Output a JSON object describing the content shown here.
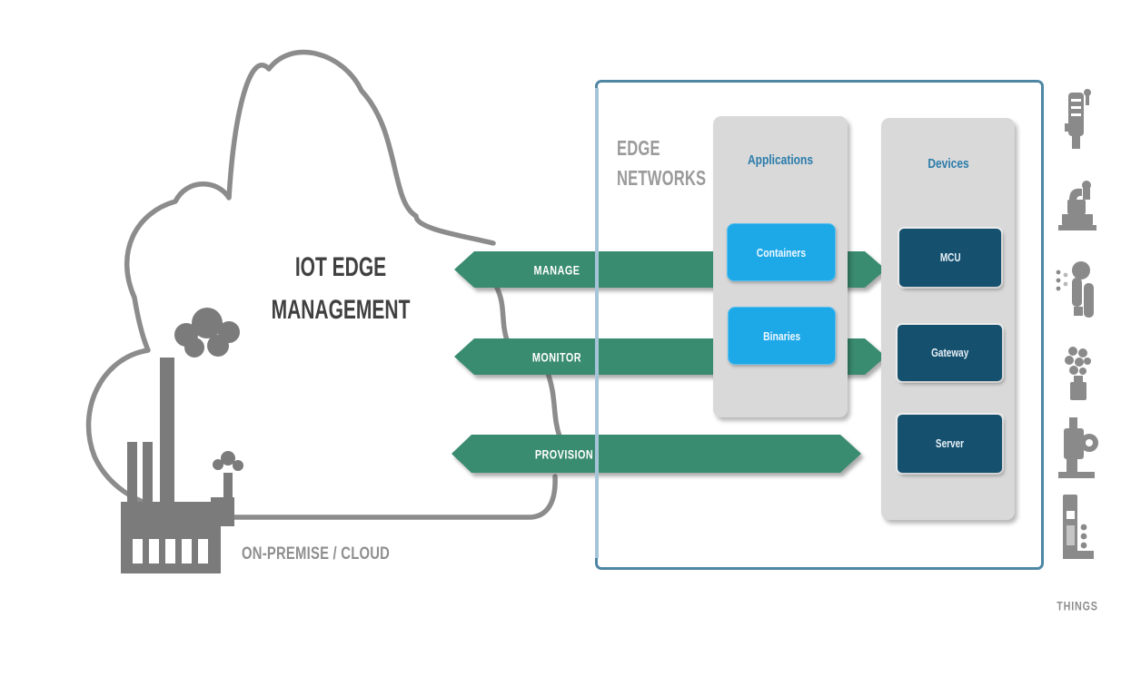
{
  "cloud": {
    "title_line1": "IOT EDGE",
    "title_line2": "MANAGEMENT",
    "caption": "ON-PREMISE / CLOUD"
  },
  "arrows": [
    {
      "label": "MANAGE"
    },
    {
      "label": "MONITOR"
    },
    {
      "label": "PROVISION"
    }
  ],
  "edge_networks": {
    "label_line1": "EDGE",
    "label_line2": "NETWORKS",
    "applications": {
      "title": "Applications",
      "items": [
        "Containers",
        "Binaries"
      ]
    },
    "devices": {
      "title": "Devices",
      "items": [
        "MCU",
        "Gateway",
        "Server"
      ]
    }
  },
  "things": {
    "label": "THINGS",
    "icons": [
      "wireless-meter",
      "robot-arm",
      "motor-sensor",
      "sensor-cluster",
      "pump",
      "controller"
    ]
  },
  "colors": {
    "arrow_green": "#3a8c70",
    "light_blue": "#1da8e8",
    "navy": "#15506f",
    "panel_gray": "#d9d9d9",
    "box_border_blue": "#4e86a4",
    "border_overlay_blue": "#a6c4d8",
    "cloud_gray": "#8c8c8c",
    "factory_gray": "#7b7b7b",
    "label_gray": "#9a9a9a"
  }
}
